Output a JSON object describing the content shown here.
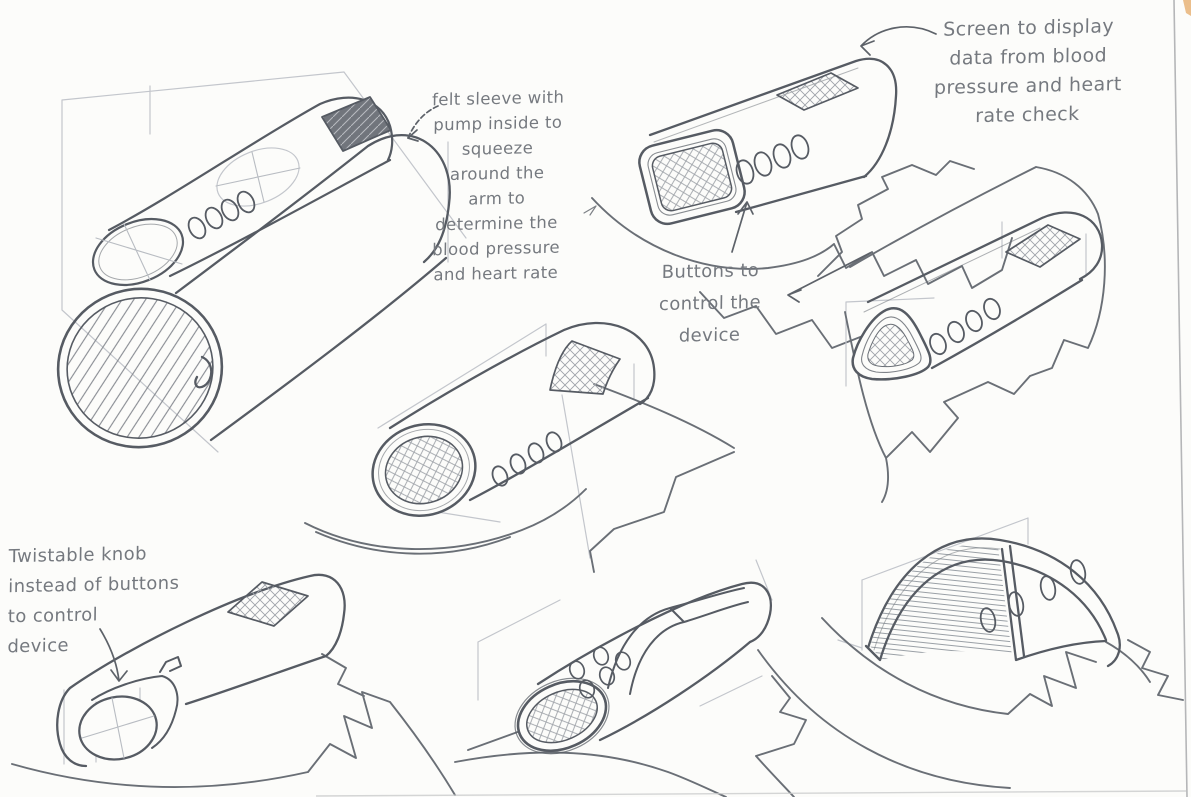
{
  "page": {
    "title": "Concept sketches — arm-worn blood pressure and heart rate device",
    "background_color": "#fcfcfa",
    "pencil_dark": "#565b63",
    "pencil_mid": "#6a6f76",
    "pencil_light": "#c3c6cc",
    "text_color": "#75797f",
    "scan_edge_color": "#b5b6b8",
    "corner_artifact_color": "#e9b77e"
  },
  "annotations": {
    "felt_sleeve": {
      "lines": [
        "felt sleeve with",
        "pump inside to",
        "squeeze",
        "around the",
        "arm to",
        "determine the",
        "blood pressure",
        "and heart rate"
      ]
    },
    "screen_display": {
      "lines": [
        "Screen to display",
        "data from blood",
        "pressure and heart",
        "rate check"
      ]
    },
    "buttons_control": {
      "lines": [
        "Buttons to",
        "control the",
        "device"
      ]
    },
    "twistable_knob": {
      "lines": [
        "Twistable knob",
        "instead of buttons",
        "to control",
        "device"
      ]
    }
  },
  "sketches": [
    {
      "id": "large-cylinder-sleeve",
      "description": "Large tube sleeve with hatched open end; device cylinder on top with dark screen and four oval buttons"
    },
    {
      "id": "rounded-box-on-arm",
      "description": "Rounded rectangular device on upper arm, cross-hatched front screen, four side buttons, screen on top"
    },
    {
      "id": "triangular-device-on-arm",
      "description": "Triangular cross-section device on arm with hatched front face, top screen and four buttons"
    },
    {
      "id": "cylinder-device-on-arm",
      "description": "Cylindrical device on arm with hatched round face, curved screen and four buttons"
    },
    {
      "id": "knob-cylinder-device",
      "description": "Cylindrical device with twistable front knob and top screen"
    },
    {
      "id": "capsule-device-on-arm",
      "description": "Capsule device on arm with hatched oval face, arched screen and button cluster"
    },
    {
      "id": "curved-band-device",
      "description": "Curved band device wrapping over the arm with large curved striped screen and four buttons"
    }
  ]
}
